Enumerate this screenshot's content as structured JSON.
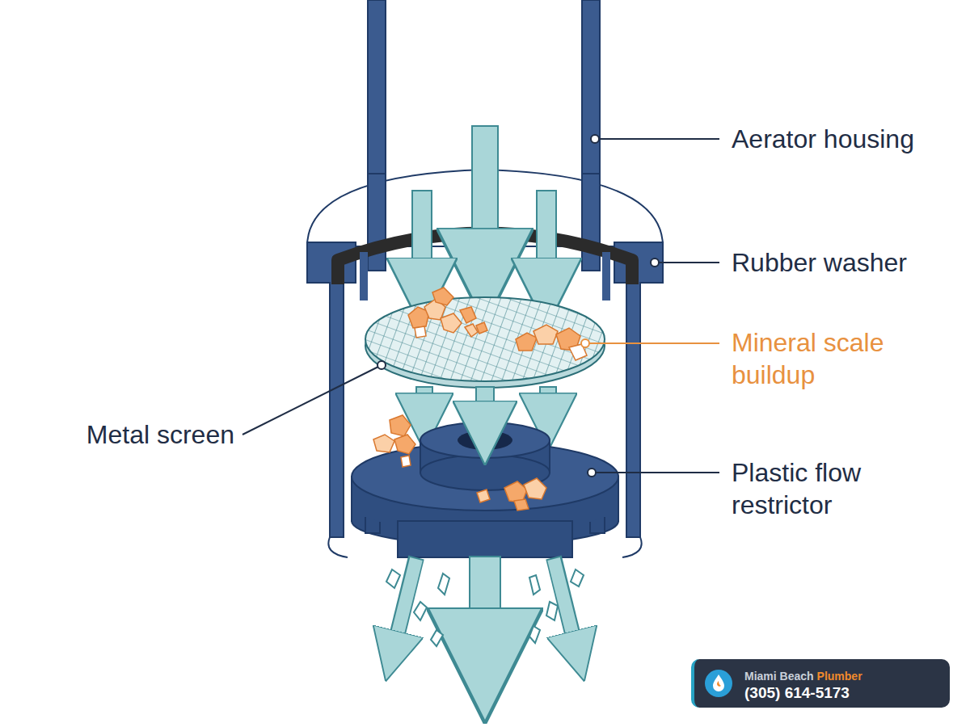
{
  "diagram": {
    "nodes": [
      {
        "text": [
          "Miami Beach",
          "Plumber",
          "(305) 614-5173"
        ]
      }
    ],
    "labels": [
      "Aerator housing",
      "Rubber washer",
      "Mineral scale buildup",
      "Metal screen",
      "Plastic flow restrictor"
    ]
  }
}
